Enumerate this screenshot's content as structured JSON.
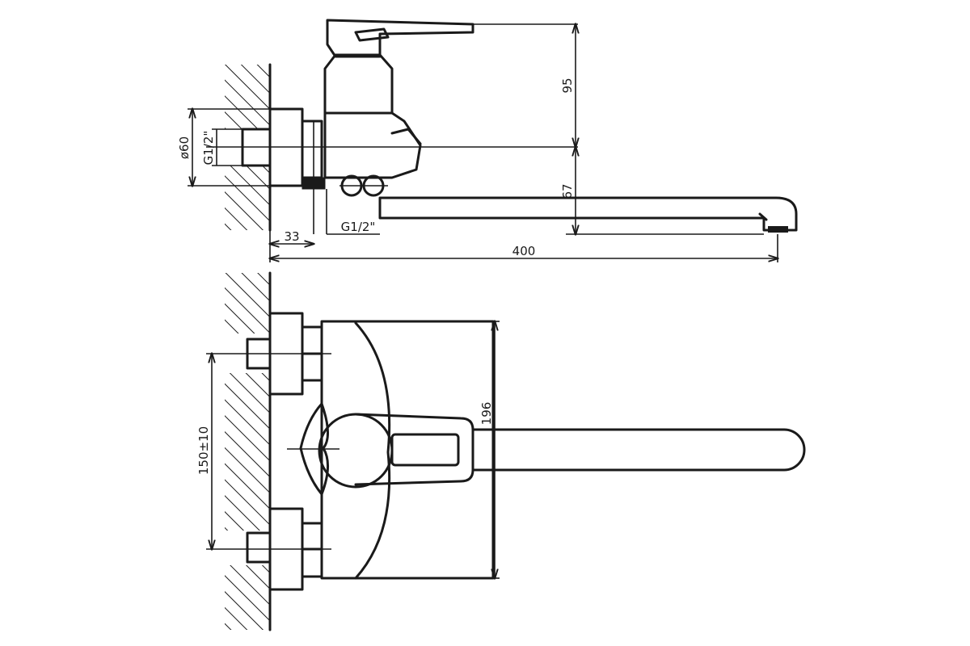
{
  "dimensions": {
    "d95": "95",
    "d67": "67",
    "d400": "400",
    "d33": "33",
    "dia60": "ø60",
    "g12_top": "G1/2\"",
    "g12_bottom": "G1/2\"",
    "d196": "196",
    "d150": "150±10"
  },
  "colors": {
    "line": "#1a1a1a",
    "background": "#ffffff"
  }
}
